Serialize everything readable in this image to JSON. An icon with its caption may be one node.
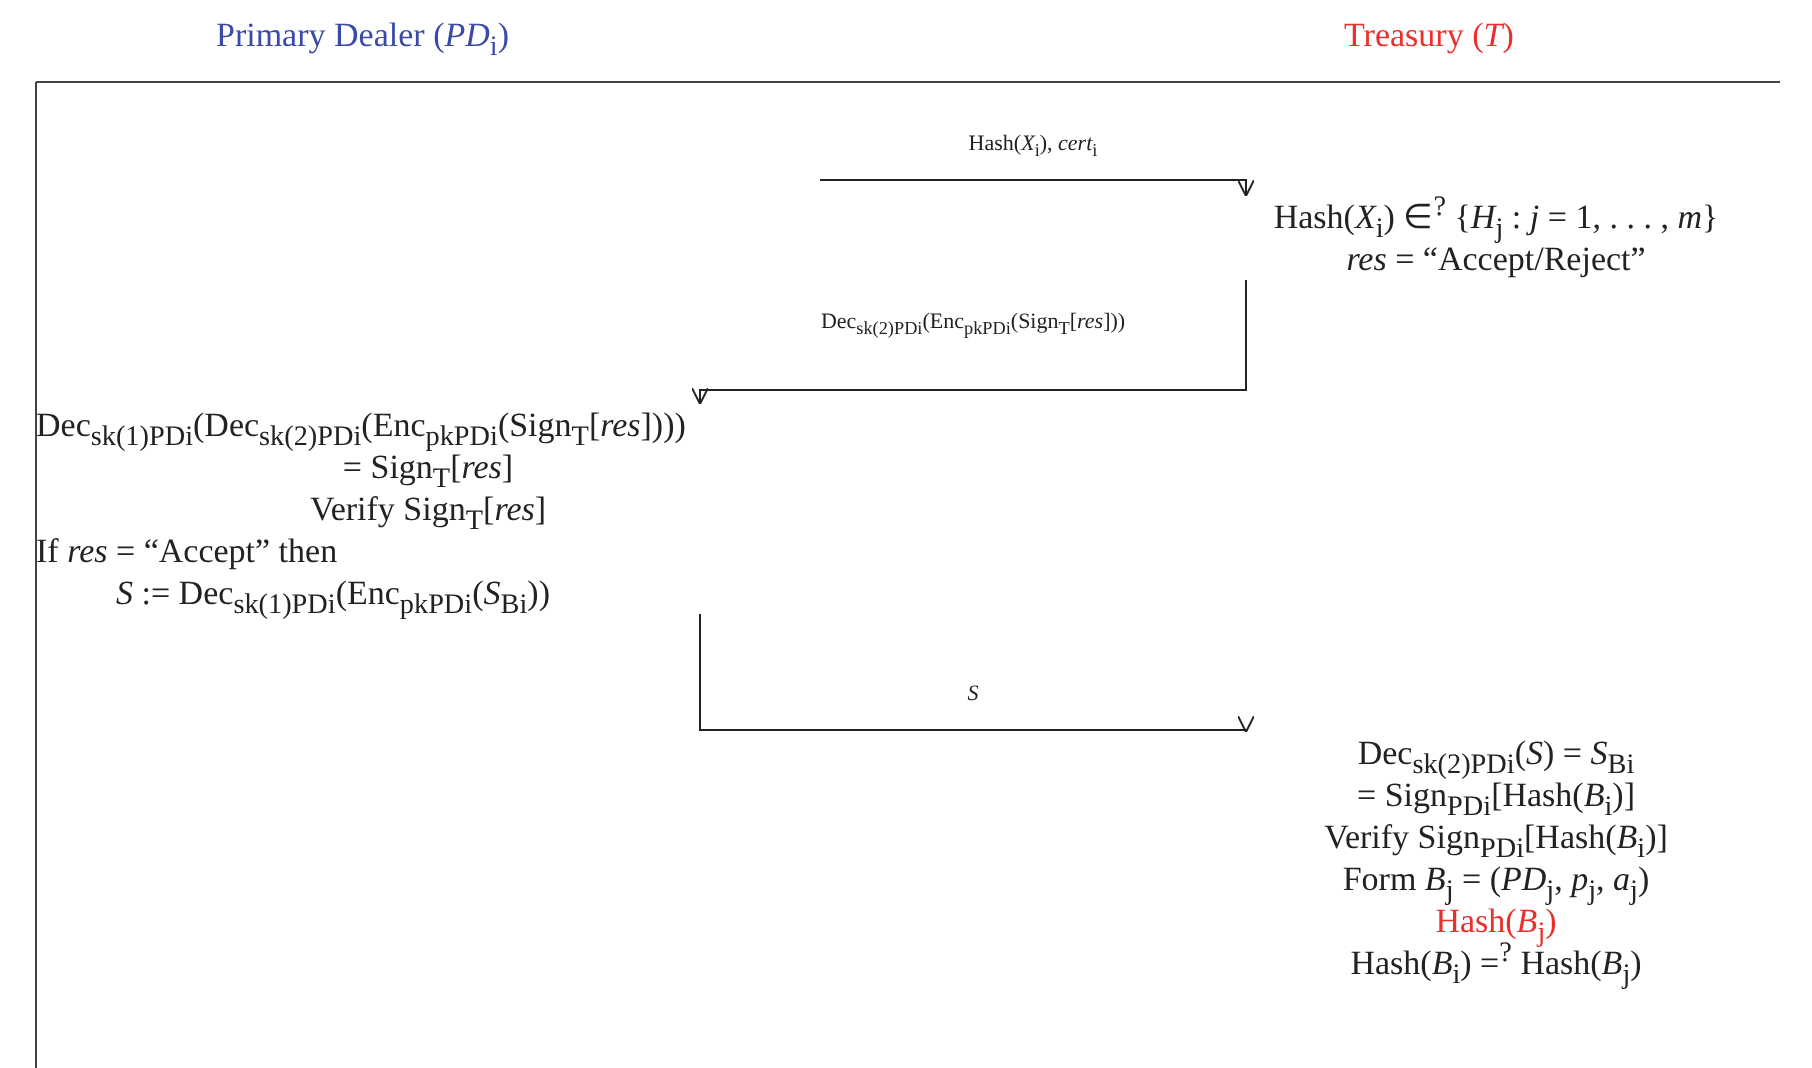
{
  "diagram": {
    "nodes": [
      {
        "text": [
          "Hash(*X*$_{i}$) ∈$^{?}$ {*H*$_{j}$ : *j* = 1, . . . , *m*}",
          "*res* = “Accept/Reject”"
        ]
      },
      {
        "text": [
          "Dec$_{sk(1)PDi}$(Dec$_{sk(2)PDi}$(Enc$_{pkPDi}$(Sign$_{T}$[*res*])))",
          "= Sign$_{T}$[*res*]",
          "Verify Sign$_{T}$[*res*]",
          "If *res* = “Accept” then",
          "*S* := Dec$_{sk(1)PDi}$(Enc$_{pkPDi}$(*S*$_{Bi}$))"
        ]
      },
      {
        "text": [
          "Dec$_{sk(2)PDi}$(*S*) = *S*$_{Bi}$",
          "= Sign$_{PDi}$[Hash(*B*$_{i}$)]",
          "Verify Sign$_{PDi}$[Hash(*B*$_{i}$)]",
          "Form *B*$_{j}$ = (*PD*$_{j}$, *p*$_{j}$, *a*$_{j}$)",
          "Hash(*B*$_{j}$)",
          "Hash(*B*$_{i}$) =$^{?}$ Hash(*B*$_{j}$)"
        ]
      }
    ],
    "edges": [
      {
        "from": null,
        "to": 0,
        "arrow": "to",
        "label": "Hash(*X*$_{i}$), *cert*$_{i}$"
      },
      {
        "from": 0,
        "to": 1,
        "arrow": "to",
        "label": "Dec$_{sk(2)PDi}$(Enc$_{pkPDi}$(Sign$_{T}$[*res*]))"
      },
      {
        "from": 1,
        "to": 2,
        "arrow": "to",
        "label": "*S*"
      }
    ],
    "labels": [
      "Primary Dealer (*PD*$_{i}$)",
      "Treasury (*T*)"
    ]
  }
}
